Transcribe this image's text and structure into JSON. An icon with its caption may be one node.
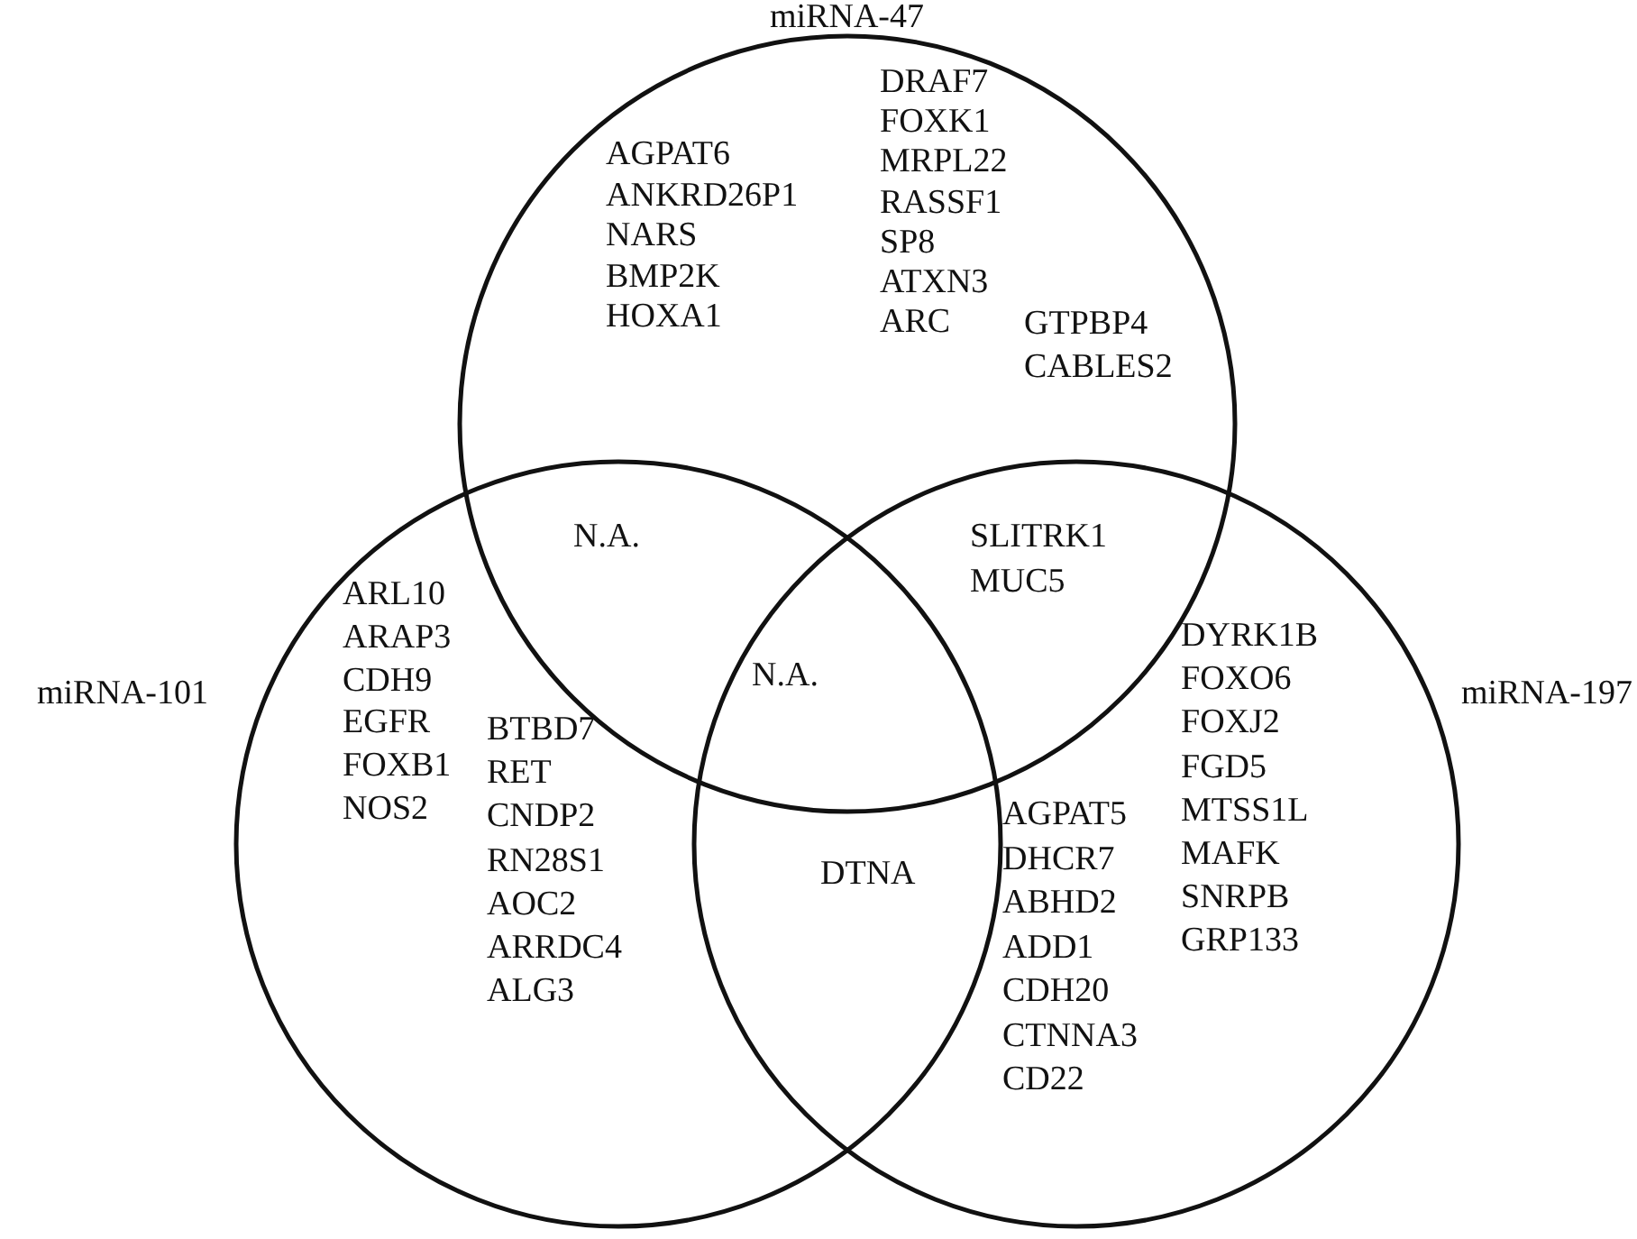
{
  "diagram": {
    "nodes": [
      {
        "text": [
          "miRNA-47"
        ]
      },
      {
        "text": [
          "miRNA-101"
        ]
      },
      {
        "text": [
          "miRNA-197"
        ]
      }
    ],
    "labels": [
      "DRAF7",
      "FOXK1",
      "MRPL22",
      "RASSF1",
      "SP8",
      "ATXN3",
      "ARC",
      "AGPAT6",
      "ANKRD26P1",
      "NARS",
      "BMP2K",
      "HOXA1",
      "GTPBP4",
      "CABLES2",
      "N.A.",
      "SLITRK1",
      "MUC5",
      "ARL10",
      "ARAP3",
      "CDH9",
      "EGFR",
      "FOXB1",
      "NOS2",
      "N.A.",
      "DYRK1B",
      "FOXO6",
      "FOXJ2",
      "FGD5",
      "MTSS1L",
      "MAFK",
      "SNRPB",
      "GRP133",
      "BTBD7",
      "RET",
      "CNDP2",
      "RN28S1",
      "AOC2",
      "ARRDC4",
      "ALG3",
      "AGPAT5",
      "DHCR7",
      "ABHD2",
      "ADD1",
      "CDH20",
      "CTNNA3",
      "CD22",
      "DTNA"
    ]
  }
}
